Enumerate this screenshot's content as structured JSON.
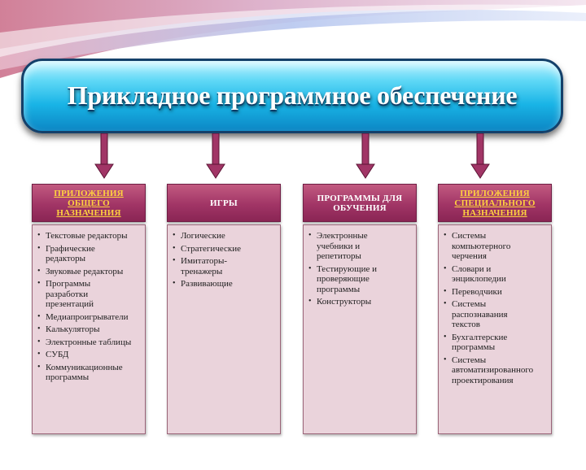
{
  "title": "Прикладное программное обеспечение",
  "colors": {
    "banner": "#19b4e6",
    "header": "#a13566",
    "header_text_accent": "#ffd23f",
    "body": "#ead3db",
    "arrow": "#a13566"
  },
  "columns": [
    {
      "header": "ПРИЛОЖЕНИЯ\nОБЩЕГО\nНАЗНАЧЕНИЯ",
      "items": [
        "Текстовые редакторы",
        "Графические\nредакторы",
        "Звуковые редакторы",
        "Программы\nразработки\nпрезентаций",
        "Медиапроигрыватели",
        "Калькуляторы",
        "Электронные таблицы",
        "СУБД",
        "Коммуникационные\nпрограммы"
      ]
    },
    {
      "header": "ИГРЫ",
      "items": [
        "Логические",
        "Стратегические",
        "Имитаторы-\nтренажеры",
        "Развивающие"
      ]
    },
    {
      "header": "ПРОГРАММЫ ДЛЯ\nОБУЧЕНИЯ",
      "items": [
        "Электронные\nучебники и\nрепетиторы",
        "Тестирующие и\nпроверяющие\nпрограммы",
        "Конструкторы"
      ]
    },
    {
      "header": "ПРИЛОЖЕНИЯ\nСПЕЦИАЛЬНОГО\nНАЗНАЧЕНИЯ",
      "items": [
        "Системы\nкомпьютерного\nчерчения",
        "Словари и\nэнциклопедии",
        "Переводчики",
        "Системы\nраспознавания\nтекстов",
        "Бухгалтерские\nпрограммы",
        "Системы\nавтоматизированного\nпроектирования"
      ]
    }
  ]
}
